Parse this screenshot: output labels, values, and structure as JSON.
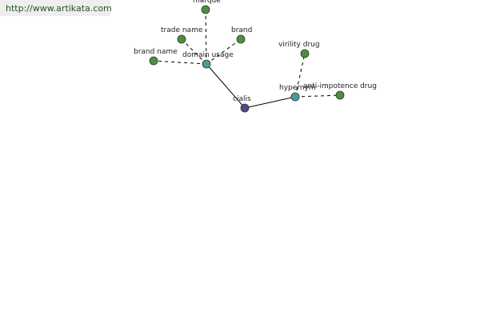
{
  "watermark": "http://www.artikata.com",
  "colors": {
    "word": "#4e8f3e",
    "relation": "#4c9a9a",
    "center": "#4a4a8c",
    "edge": "#000000",
    "label": "#222222"
  },
  "nodes": [
    {
      "id": "cialis",
      "label": "cialis",
      "kind": "center"
    },
    {
      "id": "domain-usage",
      "label": "domain usage",
      "kind": "relation"
    },
    {
      "id": "hypernym",
      "label": "hypernym",
      "kind": "relation"
    },
    {
      "id": "marque",
      "label": "marque",
      "kind": "word"
    },
    {
      "id": "trade-name",
      "label": "trade name",
      "kind": "word"
    },
    {
      "id": "brand",
      "label": "brand",
      "kind": "word"
    },
    {
      "id": "brand-name",
      "label": "brand name",
      "kind": "word"
    },
    {
      "id": "virility-drug",
      "label": "virility drug",
      "kind": "word"
    },
    {
      "id": "anti-impotence-drug",
      "label": "anti-impotence drug",
      "kind": "word"
    }
  ],
  "edges": [
    {
      "from": "cialis",
      "to": "domain-usage",
      "style": "solid"
    },
    {
      "from": "cialis",
      "to": "hypernym",
      "style": "solid"
    },
    {
      "from": "domain-usage",
      "to": "marque",
      "style": "dashed"
    },
    {
      "from": "domain-usage",
      "to": "trade-name",
      "style": "dashed"
    },
    {
      "from": "domain-usage",
      "to": "brand",
      "style": "dashed"
    },
    {
      "from": "domain-usage",
      "to": "brand-name",
      "style": "dashed"
    },
    {
      "from": "hypernym",
      "to": "virility-drug",
      "style": "dashed"
    },
    {
      "from": "hypernym",
      "to": "anti-impotence-drug",
      "style": "dashed"
    }
  ]
}
